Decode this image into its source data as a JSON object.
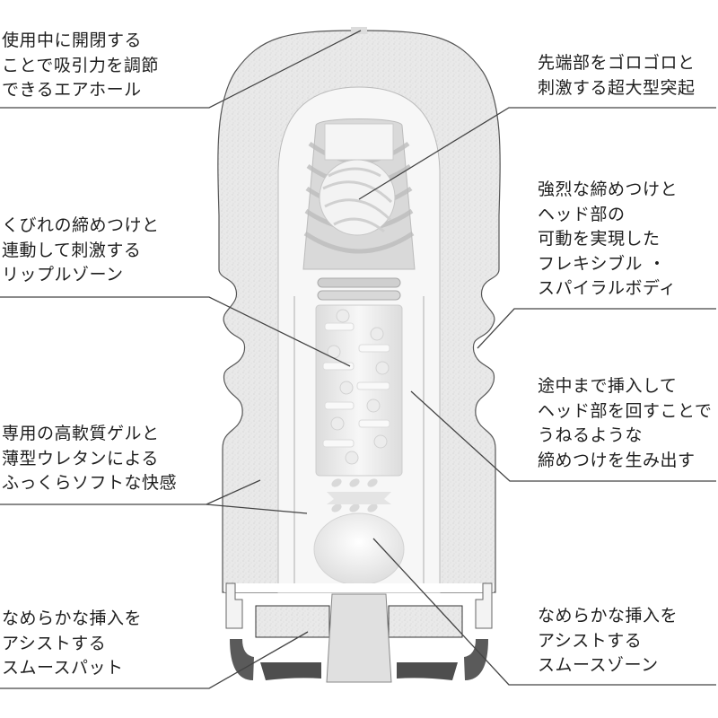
{
  "diagram": {
    "subject": "product cross-section",
    "colors": {
      "background": "#ffffff",
      "text": "#1e1e1e",
      "leader_line": "#444444",
      "body_fill": "#e6e6e6",
      "outline": "#555555",
      "inner_fill": "#f4f4f4",
      "dark_part": "#5a5a5a"
    }
  },
  "callouts": {
    "air_hole": {
      "lines": [
        "使用中に開閉する",
        "ことで吸引力を調節",
        "できるエアホール"
      ]
    },
    "tip_bump": {
      "lines": [
        "先端部をゴロゴロと",
        "刺激する超大型突起"
      ]
    },
    "spiral_body": {
      "lines": [
        "強烈な締めつけと",
        "ヘッド部の",
        "可動を実現した",
        "フレキシブル ・",
        "スパイラルボディ"
      ]
    },
    "ripple_zone": {
      "lines": [
        "くびれの締めつけと",
        "連動して刺激する",
        "リップルゾーン"
      ]
    },
    "twist_head": {
      "lines": [
        "途中まで挿入して",
        "ヘッド部を回すことで",
        "うねるような",
        "締めつけを生み出す"
      ]
    },
    "soft_gel": {
      "lines": [
        "専用の高軟質ゲルと",
        "薄型ウレタンによる",
        "ふっくらソフトな快感"
      ]
    },
    "smooth_pad": {
      "lines": [
        "なめらかな挿入を",
        "アシストする",
        "スムースパット"
      ]
    },
    "smooth_zone": {
      "lines": [
        "なめらかな挿入を",
        "アシストする",
        "スムースゾーン"
      ]
    }
  }
}
